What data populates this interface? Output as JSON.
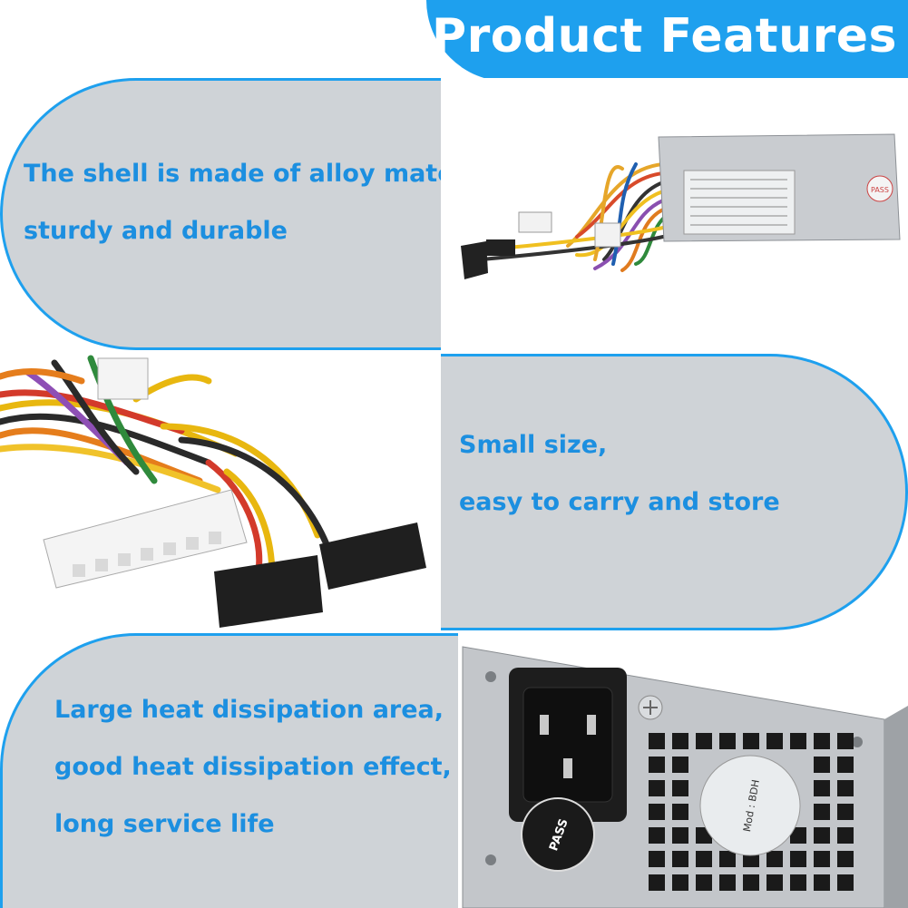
{
  "header": {
    "title": "Product Features"
  },
  "features": [
    {
      "lines": [
        "The shell is made of alloy material,",
        "sturdy and durable"
      ]
    },
    {
      "lines": [
        "Small size,",
        "easy to carry and store"
      ]
    },
    {
      "lines": [
        "Large heat dissipation area,",
        "good heat dissipation effect,",
        "long service life"
      ]
    }
  ],
  "colors": {
    "accent": "#1ea0ee",
    "text": "#1c8fe0",
    "panel": "#cfd3d7"
  },
  "images": {
    "psu_top": {
      "label_badge": "PASS"
    },
    "psu_back": {
      "badge": "PASS",
      "model_text": "Mod : BDH"
    }
  }
}
